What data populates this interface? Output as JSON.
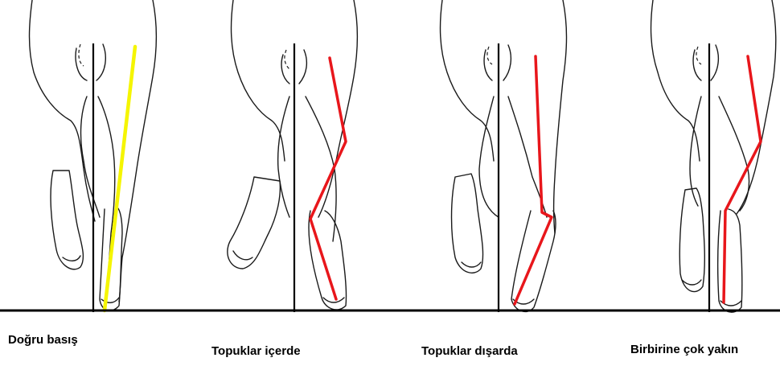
{
  "panels": [
    {
      "label": "Doğru basış",
      "line_color": "#f5f500"
    },
    {
      "label": "Topuklar içerde",
      "line_color": "#e8161b"
    },
    {
      "label": "Topuklar dışarda",
      "line_color": "#e8161b"
    },
    {
      "label": "Birbirine çok yakın",
      "line_color": "#e8161b"
    }
  ],
  "colors": {
    "ground": "#000000",
    "outline": "#1a1a1a"
  }
}
